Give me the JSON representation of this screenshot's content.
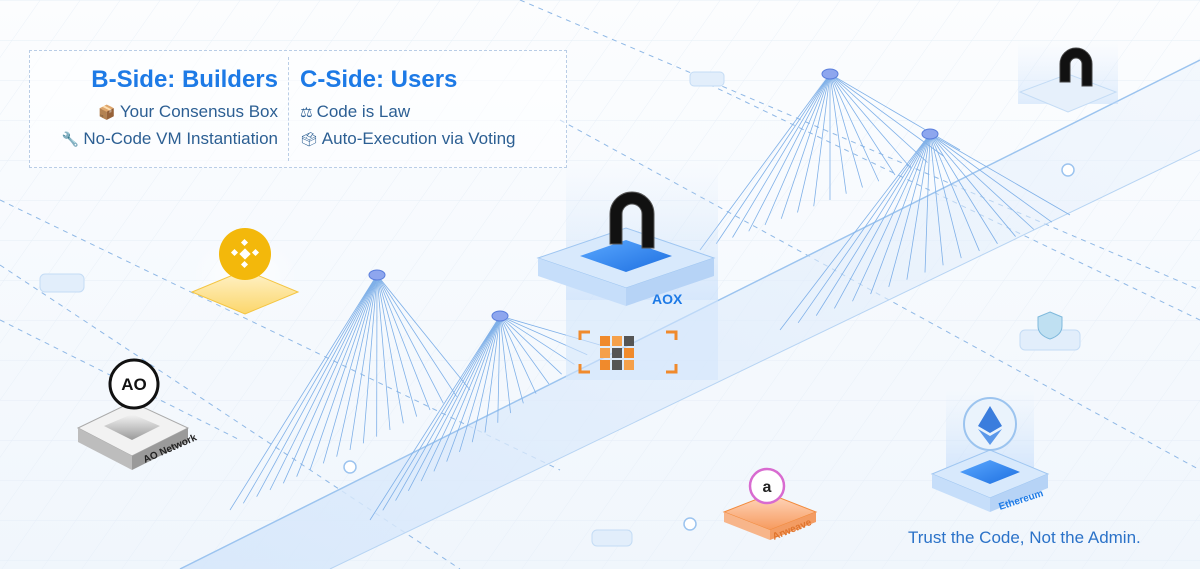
{
  "builders": {
    "heading": "B-Side: Builders",
    "items": [
      {
        "icon": "package-icon",
        "glyph": "📦",
        "text": "Your Consensus Box"
      },
      {
        "icon": "wrench-icon",
        "glyph": "🔧",
        "text": "No-Code VM Instantiation"
      }
    ]
  },
  "users": {
    "heading": "C-Side: Users",
    "items": [
      {
        "icon": "scales-icon",
        "glyph": "⚖",
        "text": "Code is Law"
      },
      {
        "icon": "ballot-box-icon",
        "glyph": "🗳",
        "text": "Auto-Execution via Voting"
      }
    ]
  },
  "platforms": {
    "aox": "AOX",
    "ao_network": "AO Network",
    "arweave": "Arweave",
    "ethereum": "Ethereum"
  },
  "tagline": "Trust the Code, Not the Admin.",
  "icons": [
    "aox-arch-icon",
    "binance-icon",
    "ao-logo-icon",
    "arweave-logo-icon",
    "ethereum-icon",
    "shield-icon",
    "grid-chip-icon"
  ],
  "colors": {
    "accent": "#1d7ae6",
    "binance": "#f0b90b",
    "arweave": "#f28a3c",
    "background": "#f4f8fd"
  }
}
